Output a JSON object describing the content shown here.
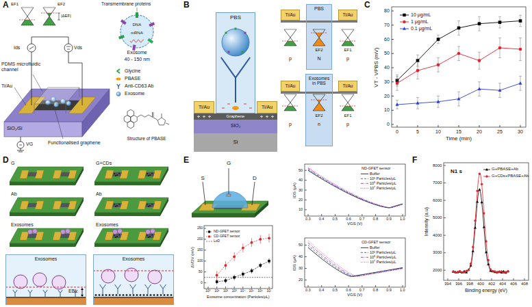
{
  "diagram": {
    "nodes": [
      {
        "text": [
          "PBS"
        ]
      },
      {
        "text": [
          "Ti/Au"
        ]
      },
      {
        "text": [
          "Ti/Au"
        ]
      },
      {
        "text": [
          "Ti/Au"
        ]
      },
      {
        "text": [
          "PBS"
        ]
      },
      {
        "text": [
          "Ti/Au"
        ]
      },
      {
        "text": [
          "Ti/Au"
        ]
      },
      {
        "text": [
          "Exosomes in PBS"
        ]
      },
      {
        "text": [
          "Ti/Au"
        ]
      },
      {
        "text": [
          "Exosomes"
        ]
      },
      {
        "text": [
          "Exosomes"
        ]
      }
    ],
    "labels": [
      "A",
      "B",
      "C",
      "D",
      "E",
      "F",
      "EF1",
      "EF2",
      "|ΔEF|",
      "Ids",
      "Vds",
      "Transmembrane proteins",
      "DNA",
      "mRNA",
      "Exosome",
      "40 - 150 nm",
      "PDMS microfluidic channel",
      "Ti/Au",
      "Functionalised graphene",
      "SiO₂/Si",
      "VG",
      "Structure of PBASE",
      "Graphene",
      "SiO₂",
      "Si",
      "EF2",
      "EF1",
      "p",
      "N",
      "p",
      "EF2",
      "EF1",
      "p",
      "n",
      "p",
      "0",
      "5",
      "10",
      "15",
      "20",
      "25",
      "30",
      "0",
      "10",
      "20",
      "30",
      "40",
      "50",
      "60",
      "70",
      "80",
      "Time (min)",
      "VT - VPBS (mV)",
      "G",
      "G+CDs",
      "Ab",
      "Ab",
      "Exosomes",
      "Exosomes",
      "EDL",
      "S",
      "G",
      "D",
      "ND-GFET sensor",
      "0.3",
      "0.4",
      "0.5",
      "0.6",
      "0.7",
      "0.8",
      "0.9",
      "1.0",
      "10",
      "20",
      "30",
      "40",
      "50",
      "VGS (V)",
      "IDS (μA)",
      "CD-GFET sensor",
      "0.3",
      "0.4",
      "0.5",
      "0.6",
      "0.7",
      "0.8",
      "0.9",
      "1.0",
      "20",
      "30",
      "40",
      "50",
      "VGS (V)",
      "IDS (μA)",
      "10⁰",
      "10¹",
      "10²",
      "10³",
      "10⁴",
      "10⁵",
      "10⁶",
      "10⁷",
      "0",
      "50",
      "100",
      "150",
      "200",
      "250",
      "Exosome concentration (Particles/μL)",
      "ΔVDV (mV)",
      "394",
      "396",
      "398",
      "400",
      "402",
      "404",
      "406",
      "408",
      "2000",
      "3000",
      "4000",
      "5000",
      "6000",
      "7000",
      "8000",
      "Binding energy (eV)",
      "Intensity (a.u)",
      "N1 s"
    ],
    "legend": [
      {
        "text": "Glycine"
      },
      {
        "text": "PBASE"
      },
      {
        "text": "Anti-CD63 Ab"
      },
      {
        "text": "Exosome"
      },
      {
        "text": "10 μg/mL"
      },
      {
        "text": "1 μg/mL"
      },
      {
        "text": "0.1 μg/mL"
      },
      {
        "text": "Buffer"
      },
      {
        "text": "10³ Particles/μL"
      },
      {
        "text": "10⁵ Particles/μL"
      },
      {
        "text": "10⁷ Particles/μL"
      },
      {
        "text": "Buffer"
      },
      {
        "text": "10³ Particles/μL"
      },
      {
        "text": "10⁵ Particles/μL"
      },
      {
        "text": "10⁷ Particles/μL"
      },
      {
        "text": "ND-GFET sensor"
      },
      {
        "text": "CD-GFET sensor"
      },
      {
        "text": "LoD"
      },
      {
        "text": "G+PBASE+Ab"
      },
      {
        "text": "G+CDs+PBASE+Ab"
      }
    ]
  }
}
